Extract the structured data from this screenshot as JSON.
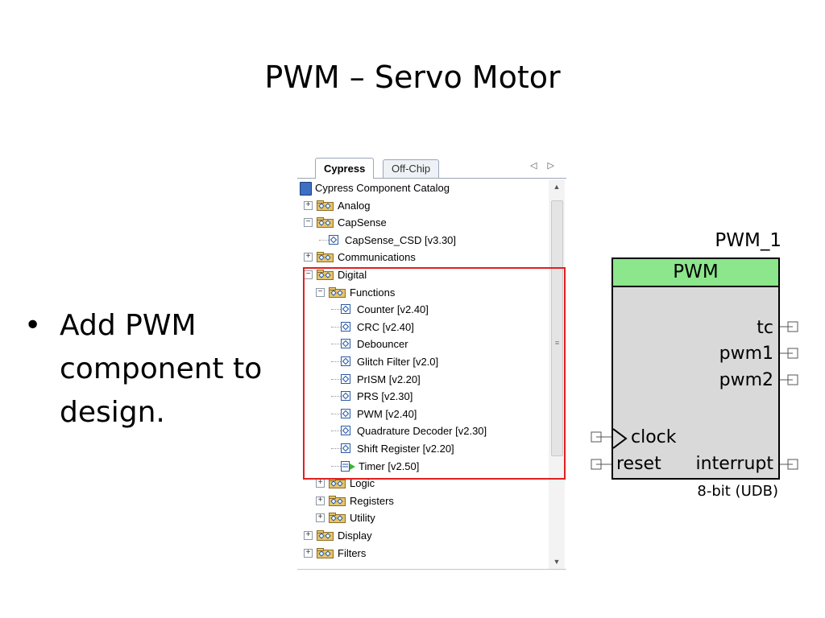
{
  "slide": {
    "title": "PWM – Servo Motor",
    "bullet_marker": "•",
    "bullet_text": "Add PWM component to design."
  },
  "catalog": {
    "tabs": [
      "Cypress",
      "Off-Chip"
    ],
    "nav_arrows": "◁ ▷",
    "tree": [
      {
        "label": "Cypress Component Catalog",
        "kind": "root"
      },
      {
        "label": "Analog",
        "kind": "folder",
        "expander": "+"
      },
      {
        "label": "CapSense",
        "kind": "folder",
        "expander": "−"
      },
      {
        "label": "CapSense_CSD [v3.30]",
        "kind": "component"
      },
      {
        "label": "Communications",
        "kind": "folder",
        "expander": "+"
      },
      {
        "label": "Digital",
        "kind": "folder",
        "expander": "−"
      },
      {
        "label": "Functions",
        "kind": "folder",
        "expander": "−"
      },
      {
        "label": "Counter [v2.40]",
        "kind": "component"
      },
      {
        "label": "CRC [v2.40]",
        "kind": "component"
      },
      {
        "label": "Debouncer",
        "kind": "component"
      },
      {
        "label": "Glitch Filter [v2.0]",
        "kind": "component"
      },
      {
        "label": "PrISM [v2.20]",
        "kind": "component"
      },
      {
        "label": "PRS [v2.30]",
        "kind": "component"
      },
      {
        "label": "PWM [v2.40]",
        "kind": "component"
      },
      {
        "label": "Quadrature Decoder [v2.30]",
        "kind": "component"
      },
      {
        "label": "Shift Register [v2.20]",
        "kind": "component"
      },
      {
        "label": "Timer [v2.50]",
        "kind": "timer"
      },
      {
        "label": "Logic",
        "kind": "folder",
        "expander": "+"
      },
      {
        "label": "Registers",
        "kind": "folder",
        "expander": "+"
      },
      {
        "label": "Utility",
        "kind": "folder",
        "expander": "+"
      },
      {
        "label": "Display",
        "kind": "folder",
        "expander": "+"
      },
      {
        "label": "Filters",
        "kind": "folder",
        "expander": "+"
      }
    ],
    "highlight_color": "#e02020"
  },
  "pwm_symbol": {
    "instance_name": "PWM_1",
    "header": "PWM",
    "header_color": "#8ce68c",
    "body_color": "#d9d9d9",
    "pins_right": [
      "tc",
      "pwm1",
      "pwm2"
    ],
    "pin_clock": "clock",
    "pin_reset": "reset",
    "pin_interrupt": "interrupt",
    "subtitle": "8-bit (UDB)"
  }
}
